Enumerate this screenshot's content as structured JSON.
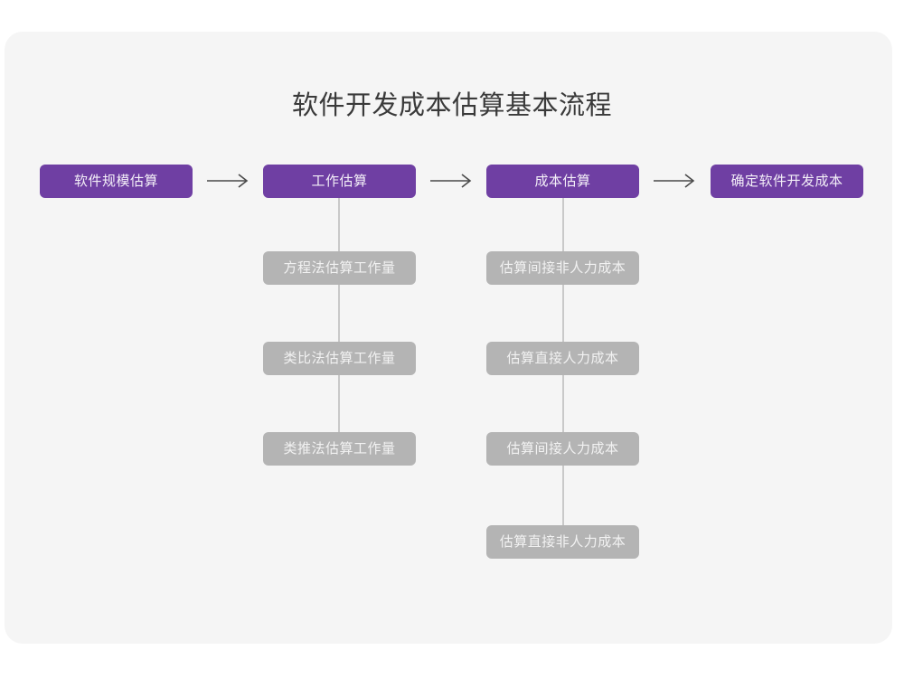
{
  "canvas": {
    "background": "#ffffff",
    "card_background": "#f5f5f5"
  },
  "title": "软件开发成本估算基本流程",
  "colors": {
    "primary": "#6f3fa3",
    "secondary": "#b4b4b4",
    "connector": "#c9c9c9",
    "title_text": "#3a3a3a",
    "node_text": "#f2f2f2",
    "arrow": "#4a4a4a"
  },
  "chart_data": {
    "type": "diagram",
    "title": "软件开发成本估算基本流程",
    "orientation": "horizontal-with-vertical-branches",
    "main_flow": [
      {
        "id": "step-1",
        "label": "软件规模估算",
        "children": []
      },
      {
        "id": "step-2",
        "label": "工作估算",
        "children": [
          "方程法估算工作量",
          "类比法估算工作量",
          "类推法估算工作量"
        ]
      },
      {
        "id": "step-3",
        "label": "成本估算",
        "children": [
          "估算间接非人力成本",
          "估算直接人力成本",
          "估算间接人力成本",
          "估算直接非人力成本"
        ]
      },
      {
        "id": "step-4",
        "label": "确定软件开发成本",
        "children": []
      }
    ],
    "connector_arrows": [
      "→",
      "→",
      "→"
    ]
  },
  "main_flow": {
    "step_1": {
      "label": "软件规模估算"
    },
    "step_2": {
      "label": "工作估算"
    },
    "step_3": {
      "label": "成本估算"
    },
    "step_4": {
      "label": "确定软件开发成本"
    }
  },
  "branch_work": {
    "items": [
      {
        "label": "方程法估算工作量"
      },
      {
        "label": "类比法估算工作量"
      },
      {
        "label": "类推法估算工作量"
      }
    ]
  },
  "branch_cost": {
    "items": [
      {
        "label": "估算间接非人力成本"
      },
      {
        "label": "估算直接人力成本"
      },
      {
        "label": "估算间接人力成本"
      },
      {
        "label": "估算直接非人力成本"
      }
    ]
  }
}
